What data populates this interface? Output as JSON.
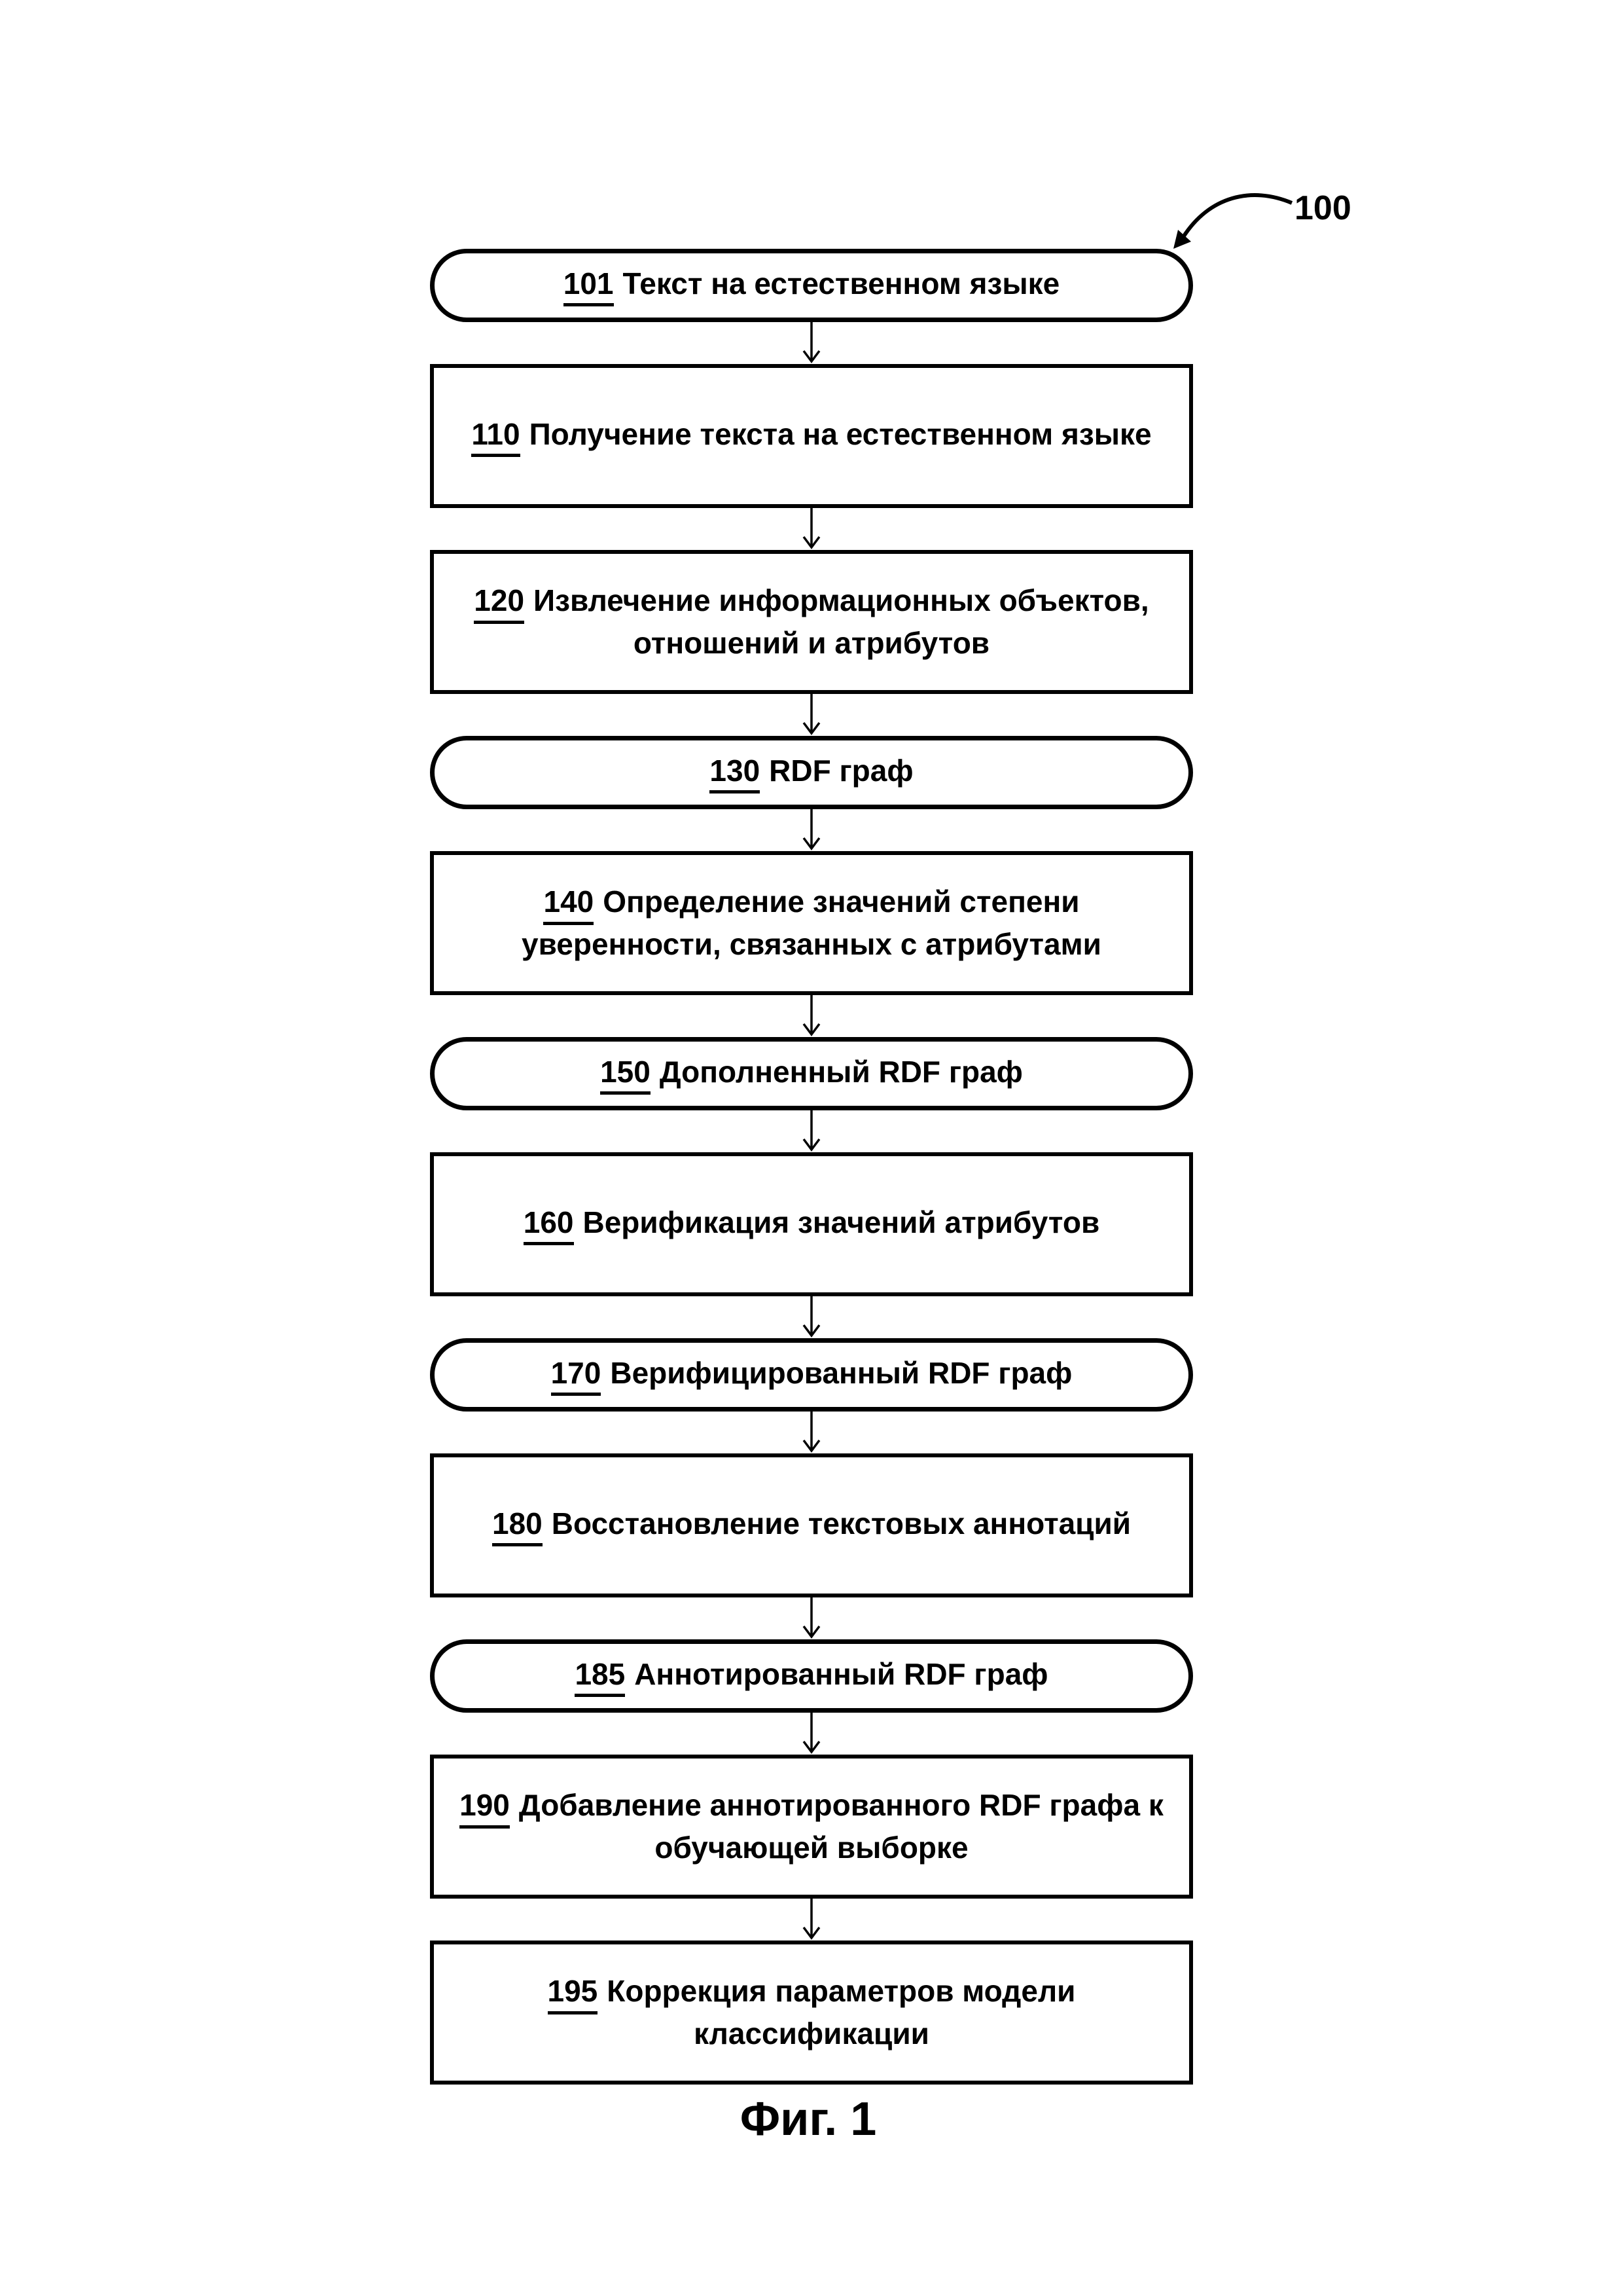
{
  "figure": {
    "reference_label": "100",
    "caption": "Фиг. 1",
    "colors": {
      "ink": "#000000",
      "background": "#ffffff"
    },
    "nodes": [
      {
        "num": "101",
        "shape": "stadium",
        "text": "Текст на естественном языке"
      },
      {
        "num": "110",
        "shape": "rect",
        "text": "Получение текста на естественном языке"
      },
      {
        "num": "120",
        "shape": "rect",
        "text": "Извлечение информационных объектов,\nотношений и атрибутов"
      },
      {
        "num": "130",
        "shape": "stadium",
        "text": "RDF граф"
      },
      {
        "num": "140",
        "shape": "rect",
        "text": "Определение значений степени\nуверенности, связанных с атрибутами"
      },
      {
        "num": "150",
        "shape": "stadium",
        "text": "Дополненный RDF граф"
      },
      {
        "num": "160",
        "shape": "rect",
        "text": "Верификация значений атрибутов"
      },
      {
        "num": "170",
        "shape": "stadium",
        "text": "Верифицированный RDF граф"
      },
      {
        "num": "180",
        "shape": "rect",
        "text": "Восстановление текстовых аннотаций"
      },
      {
        "num": "185",
        "shape": "stadium",
        "text": "Аннотированный RDF граф"
      },
      {
        "num": "190",
        "shape": "rect",
        "text": "Добавление аннотированного RDF графа к\nобучающей выборке"
      },
      {
        "num": "195",
        "shape": "rect",
        "text": "Коррекция параметров модели\nклассификации"
      }
    ]
  }
}
